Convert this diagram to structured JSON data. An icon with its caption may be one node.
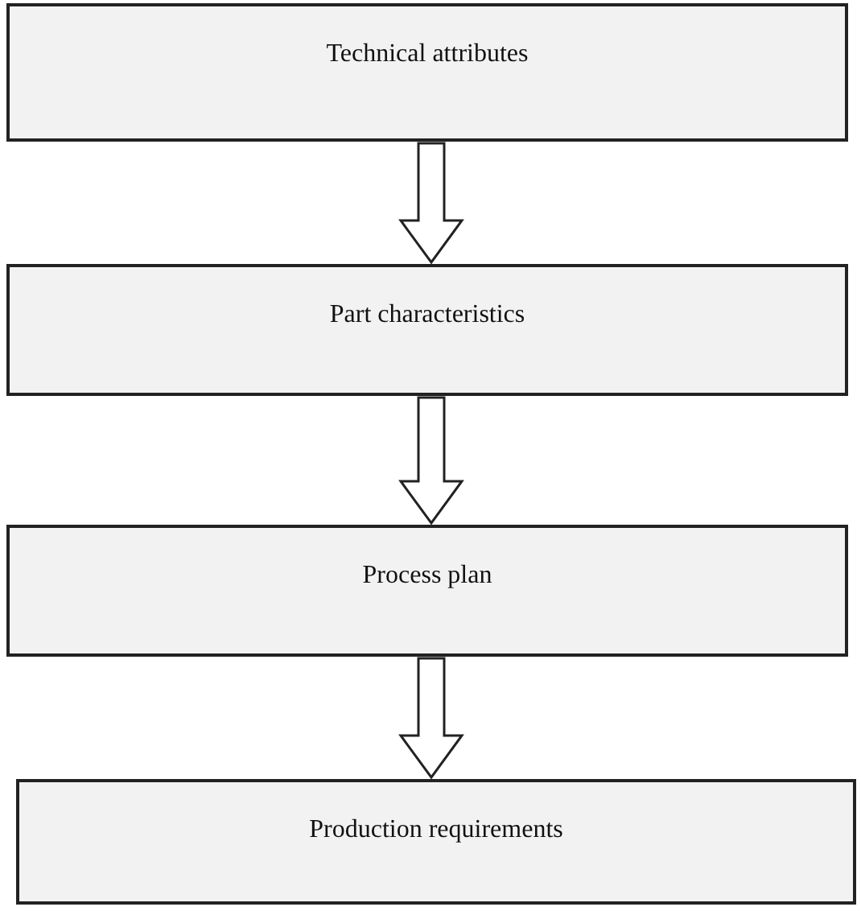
{
  "diagram": {
    "nodes": [
      {
        "text": [
          "Technical attributes"
        ]
      },
      {
        "text": [
          "Part characteristics"
        ]
      },
      {
        "text": [
          "Process plan"
        ]
      },
      {
        "text": [
          "Production requirements"
        ]
      }
    ],
    "edges": [
      {
        "from": 0,
        "to": 1,
        "arrow": "to"
      },
      {
        "from": 1,
        "to": 2,
        "arrow": "to"
      },
      {
        "from": 2,
        "to": 3,
        "arrow": "to"
      }
    ]
  }
}
